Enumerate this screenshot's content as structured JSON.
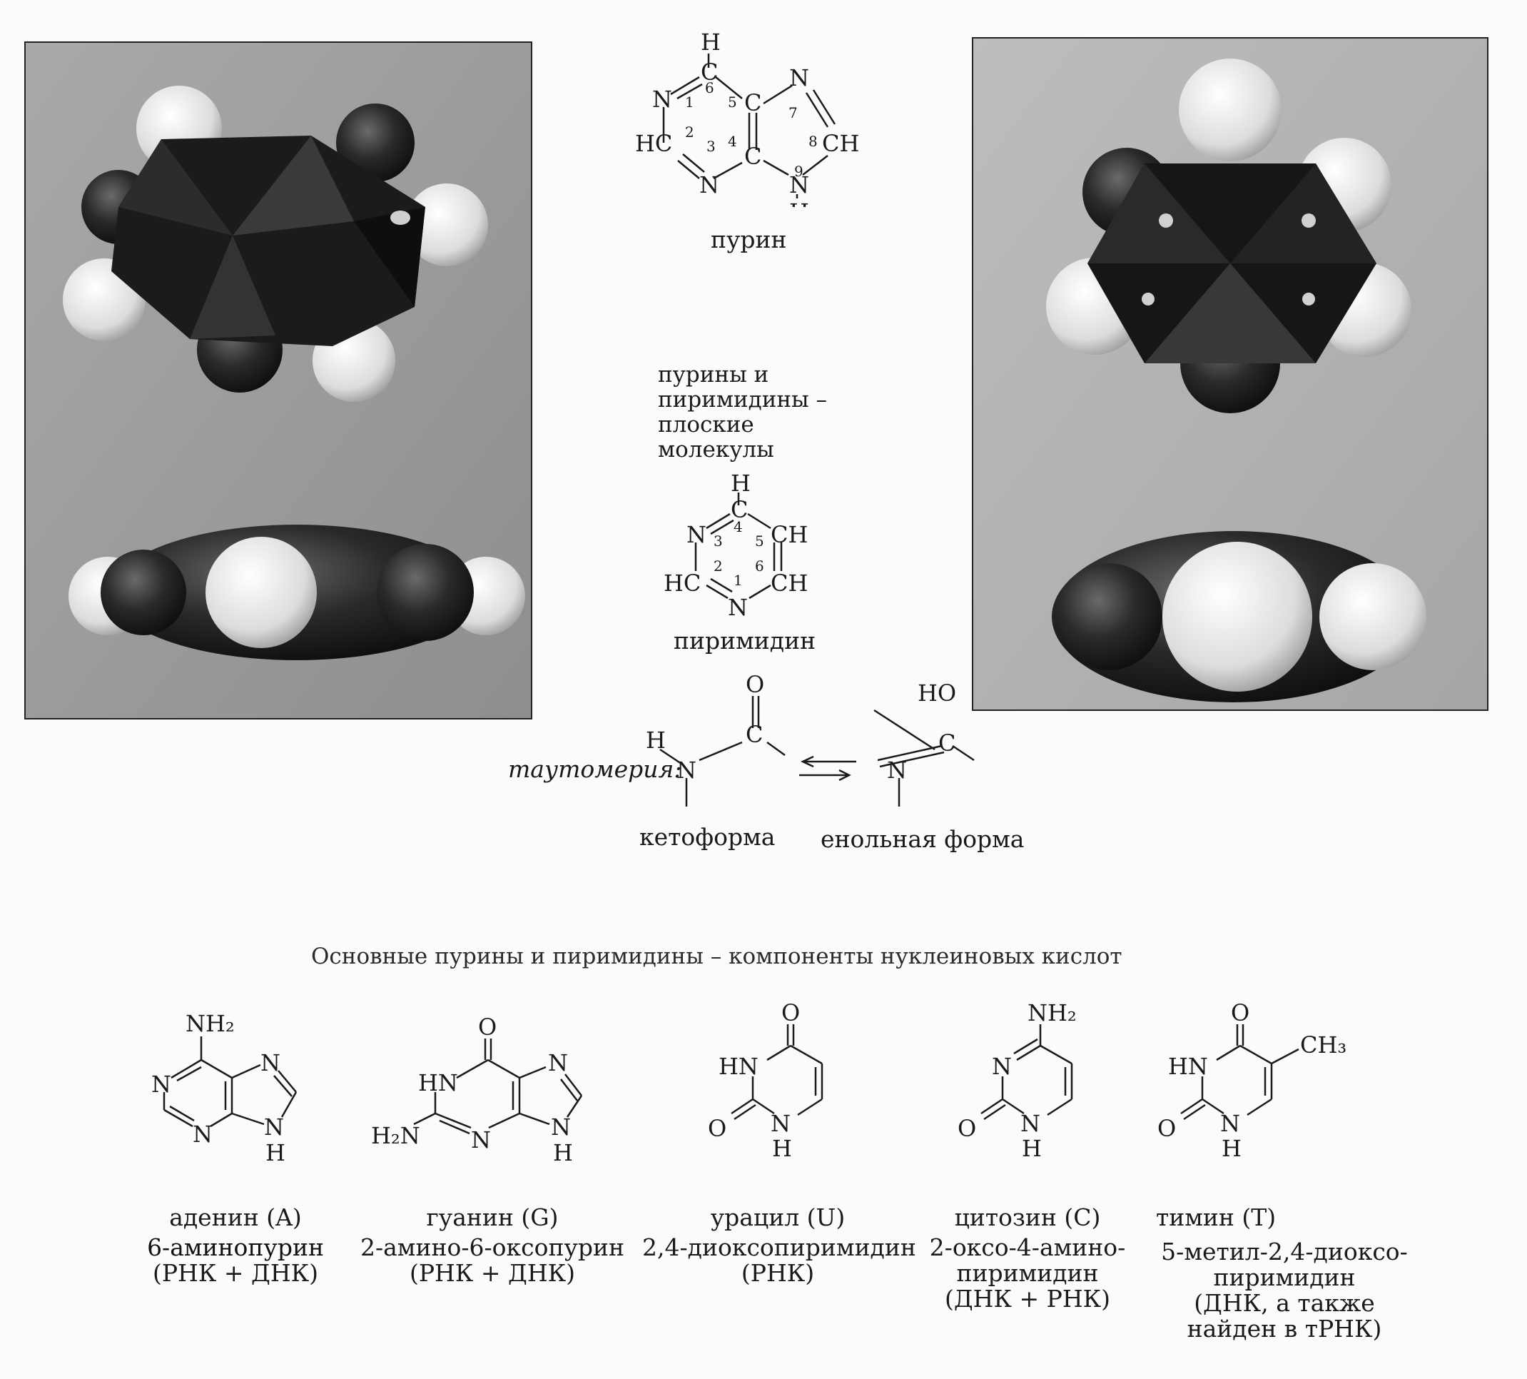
{
  "photos": {
    "left_alt": "",
    "right_alt": ""
  },
  "purine": {
    "atoms": {
      "H_top": "H",
      "C6": "C",
      "N1": "N",
      "C5": "C",
      "N7": "N",
      "C8H": "CH",
      "C2H": "HC",
      "C4": "C",
      "N3": "N",
      "N9": "N",
      "H9": "H"
    },
    "nums": {
      "n1": "1",
      "n2": "2",
      "n3": "3",
      "n4": "4",
      "n5": "5",
      "n6": "6",
      "n7": "7",
      "n8": "8",
      "n9": "9"
    },
    "label": "пурин"
  },
  "planar_note": [
    "пурины и",
    "пиримидины –",
    "плоские",
    "молекулы"
  ],
  "pyrimidine": {
    "atoms": {
      "H_top": "H",
      "C4": "C",
      "N3": "N",
      "C5H": "CH",
      "C2H": "HC",
      "C6H": "CH",
      "N1": "N"
    },
    "nums": {
      "n1": "1",
      "n2": "2",
      "n3": "3",
      "n4": "4",
      "n5": "5",
      "n6": "6"
    },
    "label": "пиримидин"
  },
  "tautomer": {
    "title": "таутомерия:",
    "keto": {
      "O": "O",
      "H": "H",
      "N": "N",
      "C": "C",
      "label": "кетоформа"
    },
    "enol": {
      "HO": "HO",
      "N": "N",
      "C": "C",
      "label": "енольная форма"
    }
  },
  "section_title": "Основные пурины и пиримидины – компоненты нуклеиновых кислот",
  "bases": [
    {
      "name": "аденин",
      "code": "(A)",
      "desc": [
        "6-аминопурин",
        "(РНК + ДНК)"
      ],
      "atoms": {
        "NH2": "NH₂",
        "N1": "N",
        "N3": "N",
        "N7": "N",
        "N9": "N",
        "H": "H"
      }
    },
    {
      "name": "гуанин",
      "code": "(G)",
      "desc": [
        "2-амино-6-оксопурин",
        "(РНК + ДНК)"
      ],
      "atoms": {
        "O": "O",
        "HN": "HN",
        "H2N": "H₂N",
        "N3": "N",
        "N7": "N",
        "N9": "N",
        "H": "H"
      }
    },
    {
      "name": "урацил",
      "code": "(U)",
      "desc": [
        "2,4-диоксопиримидин",
        "(РНК)"
      ],
      "atoms": {
        "O4": "O",
        "HN": "HN",
        "O2": "O",
        "N1": "N",
        "H": "H"
      }
    },
    {
      "name": "цитозин",
      "code": "(C)",
      "desc": [
        "2-оксо-4-амино-",
        "пиримидин",
        "(ДНК + РНК)"
      ],
      "atoms": {
        "NH2": "NH₂",
        "N3": "N",
        "O2": "O",
        "N1": "N",
        "H": "H"
      }
    },
    {
      "name": "тимин",
      "code": "(T)",
      "desc": [
        "5-метил-2,4-диоксо-",
        "пиримидин",
        "(ДНК, а также",
        "найден в тРНК)"
      ],
      "atoms": {
        "O4": "O",
        "CH3": "CH₃",
        "HN": "HN",
        "O2": "O",
        "N1": "N",
        "H": "H"
      }
    }
  ]
}
